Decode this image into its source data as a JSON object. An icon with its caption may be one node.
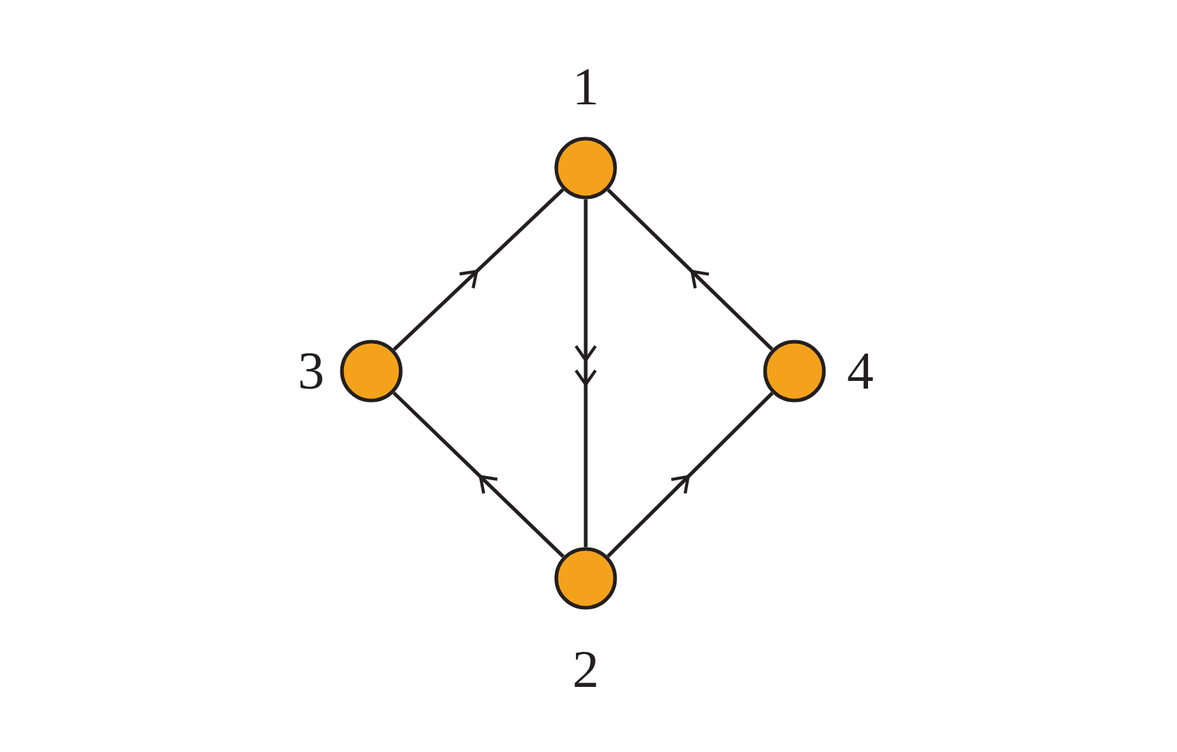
{
  "diagram": {
    "nodes": [
      {
        "text": [],
        "shape": "circle",
        "beside": [
          "1"
        ]
      },
      {
        "text": [],
        "shape": "circle",
        "beside": [
          "3"
        ]
      },
      {
        "text": [],
        "shape": "circle",
        "beside": [
          "4"
        ]
      },
      {
        "text": [],
        "shape": "circle",
        "beside": [
          "2"
        ]
      }
    ],
    "edges": [
      {
        "from": 1,
        "to": 0,
        "arrow": "to"
      },
      {
        "from": 0,
        "to": 3,
        "arrow": "to"
      },
      {
        "from": 2,
        "to": 0,
        "arrow": "to"
      },
      {
        "from": 3,
        "to": 1,
        "arrow": "to"
      },
      {
        "from": 3,
        "to": 2,
        "arrow": "to"
      }
    ]
  }
}
